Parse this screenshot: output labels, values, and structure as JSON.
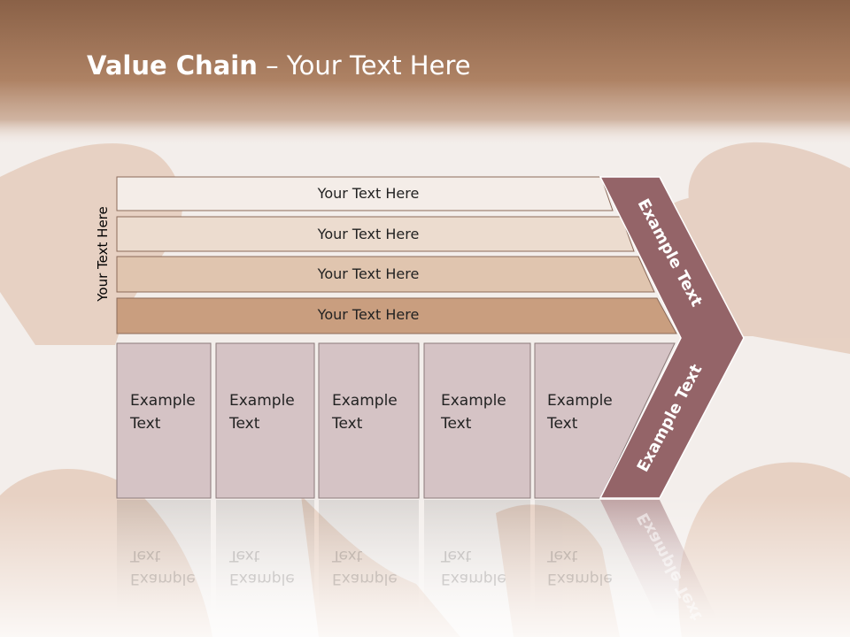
{
  "title": {
    "strong": "Value Chain",
    "rest": " – Your Text Here"
  },
  "side_label": "Your Text Here",
  "rows": [
    {
      "label": "Your Text Here"
    },
    {
      "label": "Your Text Here"
    },
    {
      "label": "Your Text Here"
    },
    {
      "label": "Your Text Here"
    }
  ],
  "columns": [
    {
      "line1": "Example",
      "line2": "Text"
    },
    {
      "line1": "Example",
      "line2": "Text"
    },
    {
      "line1": "Example",
      "line2": "Text"
    },
    {
      "line1": "Example",
      "line2": "Text"
    },
    {
      "line1": "Example",
      "line2": "Text"
    }
  ],
  "arrow": {
    "upper_label": "Example Text",
    "lower_label": "Example Text"
  },
  "colors": {
    "header": "#a87a5c",
    "row_fills": [
      "#f4ede8",
      "#ecdccf",
      "#e0c5af",
      "#c99e7f"
    ],
    "column_fill": "#d5c3c5",
    "arrow_fill": "#946468"
  }
}
